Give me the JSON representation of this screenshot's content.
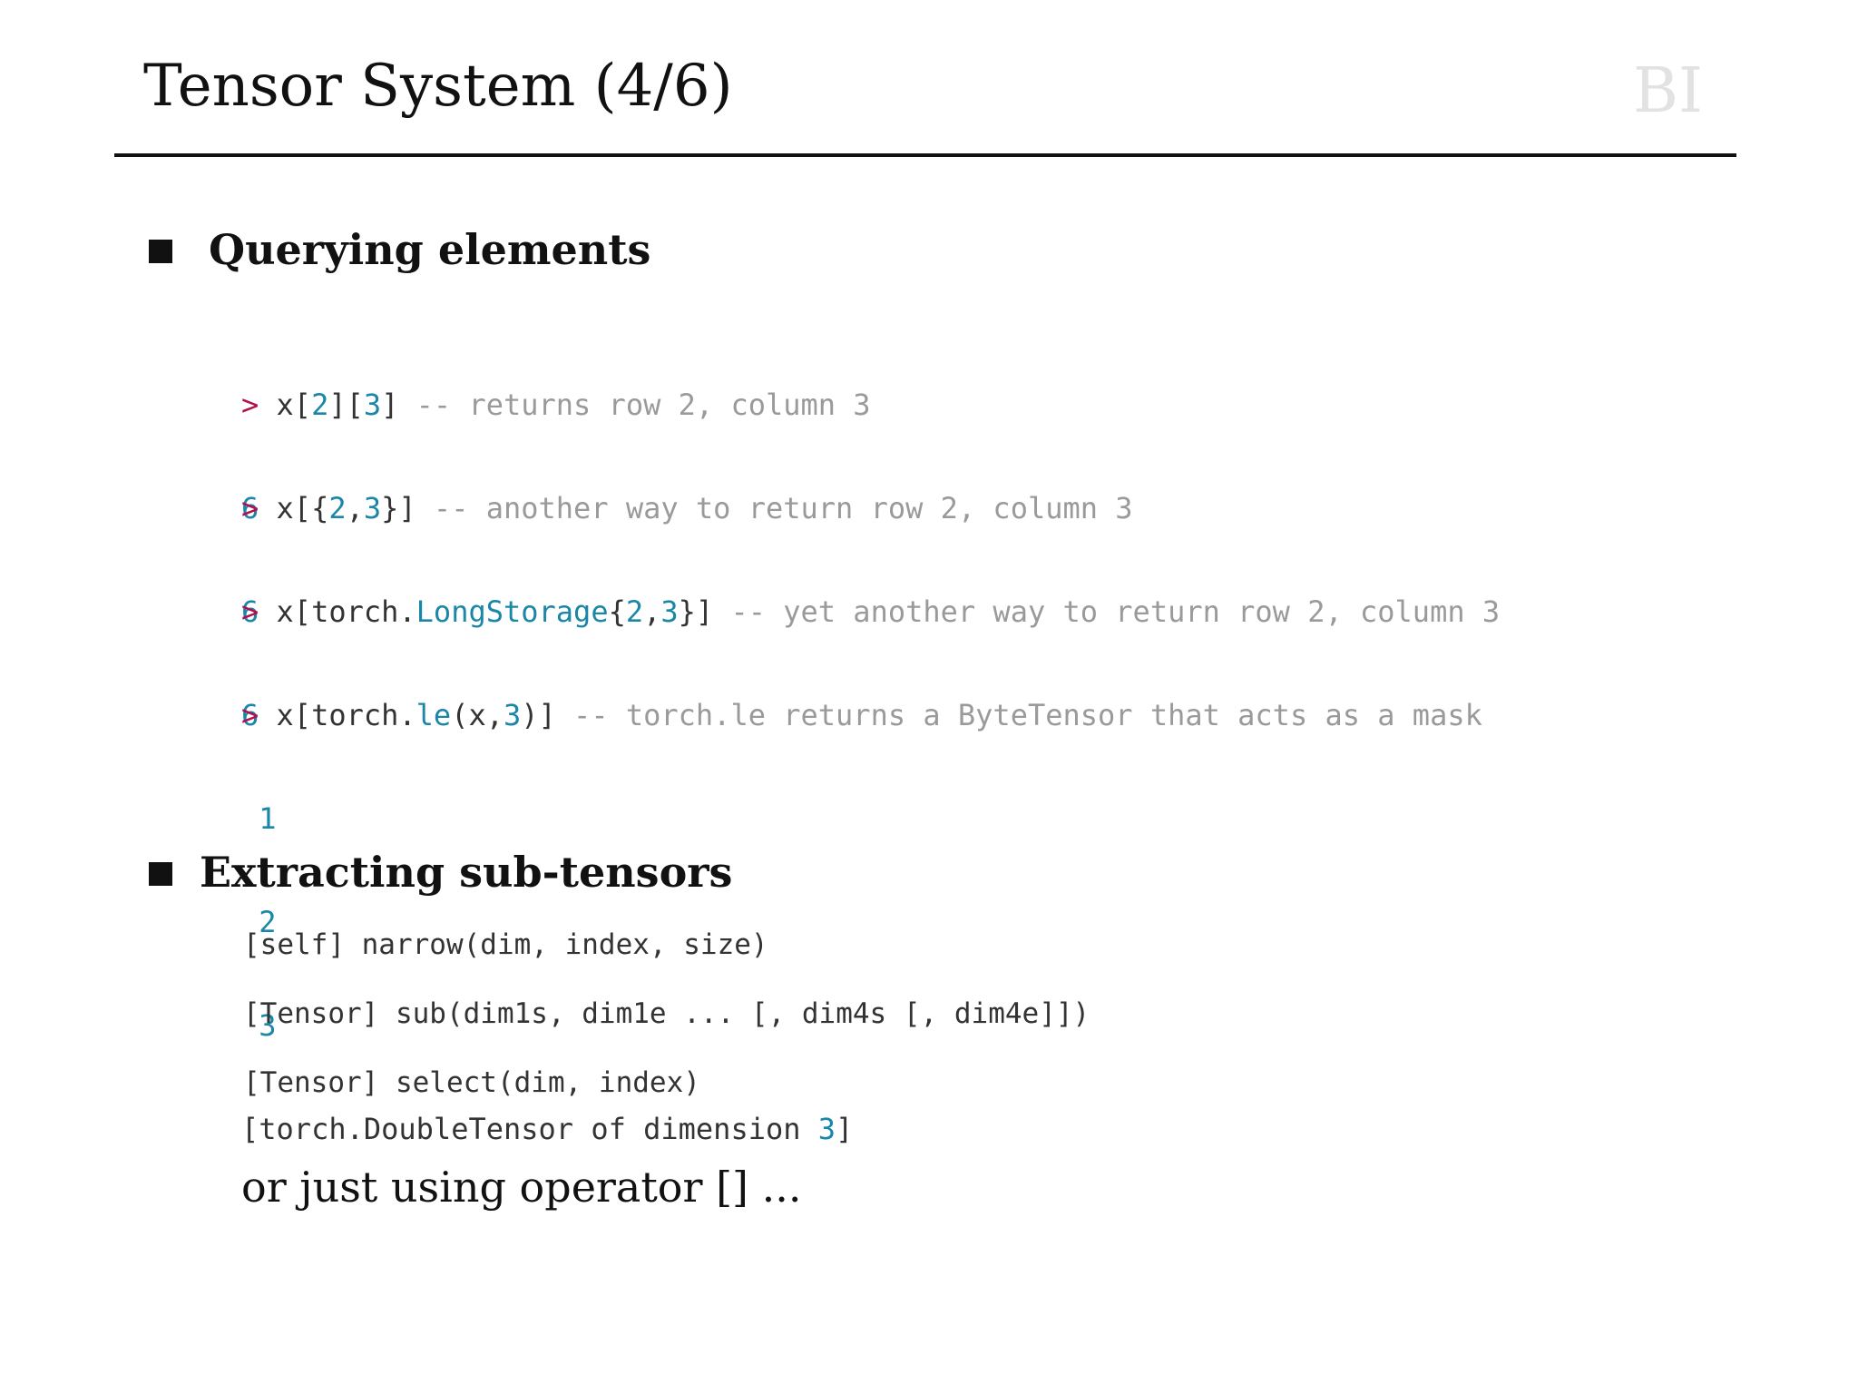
{
  "slide": {
    "title": "Tensor System (4/6)",
    "logo": "BI"
  },
  "section1": {
    "heading": "Querying elements",
    "examples": [
      {
        "prompt": ">",
        "pre": "x[",
        "a": "2",
        "mid": "][",
        "b": "3",
        "post": "]",
        "comment": "-- returns row 2, column 3",
        "result": "6"
      },
      {
        "prompt": ">",
        "pre": "x[{",
        "a": "2",
        "mid": ",",
        "b": "3",
        "post": "}]",
        "comment": "-- another way to return row 2, column 3",
        "result": "6"
      },
      {
        "prompt": ">",
        "pre": "x[torch.",
        "fn": "LongStorage",
        "brace": "{",
        "a": "2",
        "mid": ",",
        "b": "3",
        "post": "}]",
        "comment": "-- yet another way to return row 2, column 3",
        "result": "6"
      },
      {
        "prompt": ">",
        "pre": "x[torch.",
        "fn": "le",
        "brace": "(x,",
        "a": "3",
        "post": ")]",
        "comment": "-- torch.le returns a ByteTensor that acts as a mask",
        "results": [
          "1",
          "2",
          "3"
        ],
        "footer_pre": "[torch.DoubleTensor of dimension ",
        "footer_num": "3",
        "footer_post": "]"
      }
    ]
  },
  "section2": {
    "heading": "Extracting sub-tensors",
    "signatures": [
      "[self] narrow(dim, index, size)",
      "[Tensor] sub(dim1s, dim1e ... [, dim4s [, dim4e]])",
      "[Tensor] select(dim, index)"
    ],
    "closing": "or just using operator [] ..."
  }
}
